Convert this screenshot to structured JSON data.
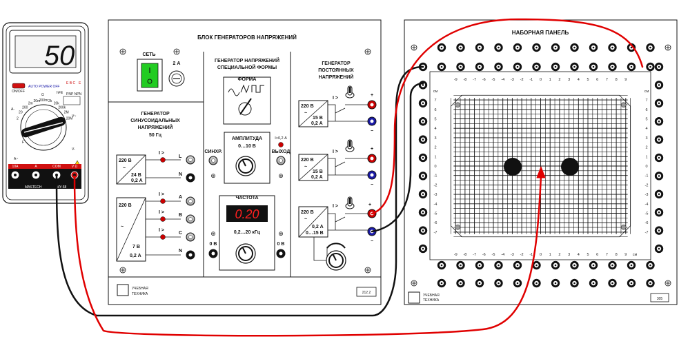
{
  "multimeter": {
    "display": "50",
    "auto_power_off": "AUTO POWER OFF",
    "on_off": "ON/OFF",
    "brand": "MASTECH",
    "model": "MY-68",
    "jacks": [
      "10A",
      "A",
      "COM",
      "V Ω"
    ],
    "scale_labels": [
      "2",
      "20",
      "200",
      "2m",
      "20m",
      "200m",
      "2k",
      "20k",
      "200k",
      "2M",
      "20M"
    ],
    "mode_labels": [
      "A-",
      "A~",
      "V-",
      "V~",
      "Ω",
      "F",
      "hFE",
      "PNP",
      "NPN"
    ]
  },
  "generator_block": {
    "title": "БЛОК ГЕНЕРАТОРОВ НАПРЯЖЕНИЙ",
    "network_label": "СЕТЬ",
    "fuse_label": "2 А",
    "sine": {
      "title": [
        "ГЕНЕРАТОР",
        "СИНУСОИДАЛЬНЫХ",
        "НАПРЯЖЕНИЙ",
        "50 Гц"
      ],
      "t1": {
        "in": "220 В",
        "tilde": "~",
        "out": "24 В",
        "cur": "0,2 А",
        "limit": "I >",
        "t_L": "L",
        "t_N": "N"
      },
      "t3": {
        "in": "220 В",
        "tilde": "~",
        "out": "7 В",
        "cur": "0,2 А",
        "limits": [
          "I >",
          "I >",
          "I >"
        ],
        "t_A": "A",
        "t_B": "B",
        "t_C": "C",
        "t_N": "N"
      }
    },
    "special": {
      "title": [
        "ГЕНЕРАТОР НАПРЯЖЕНИЙ",
        "СПЕЦИАЛЬНОЙ ФОРМЫ"
      ],
      "form_label": "ФОРМА",
      "amplitude_label": "АМПЛИТУДА",
      "amplitude_range": "0…10 В",
      "sync_label": "СИНХР.",
      "output_label": "ВЫХОД",
      "overload_label": "I>0,2 А",
      "frequency_label": "ЧАСТОТА",
      "frequency_display": "0.20",
      "frequency_range": "0,2…20 кГц",
      "zero_left": "0 В",
      "zero_right": "0 В"
    },
    "dc": {
      "title": [
        "ГЕНЕРАТОР",
        "ПОСТОЯННЫХ",
        "НАПРЯЖЕНИЙ"
      ],
      "fixed": {
        "in": "220 В",
        "tilde": "~",
        "out": "15 В",
        "cur": "0,2 А",
        "limit": "I >",
        "plus": "+",
        "minus": "−"
      },
      "adj": {
        "in": "220 В",
        "tilde": "~",
        "cur": "0,2 А",
        "range": "0…15 В",
        "limit": "I >",
        "plus": "+",
        "minus": "−"
      }
    },
    "logo_text": [
      "УЧЕБНАЯ",
      "ТЕХНИКА"
    ],
    "model": "212.2"
  },
  "breadboard": {
    "title": "НАБОРНАЯ ПАНЕЛЬ",
    "unit": "см",
    "x_ticks": [
      -9,
      -8,
      -7,
      -6,
      -5,
      -4,
      -3,
      -2,
      -1,
      0,
      1,
      2,
      3,
      4,
      5,
      6,
      7,
      8,
      9
    ],
    "y_ticks": [
      7,
      6,
      5,
      4,
      3,
      2,
      1,
      0,
      -1,
      -2,
      -3,
      -4,
      -5,
      -6,
      -7
    ],
    "logo_text": [
      "УЧЕБНАЯ",
      "ТЕХНИКА"
    ],
    "model": "305"
  },
  "colors": {
    "red_wire": "#e00000",
    "black_wire": "#111111",
    "terminal_red": "#cc0000",
    "terminal_blue": "#1a1aa8",
    "switch_green": "#22cc22",
    "display_red": "#ff2020"
  }
}
